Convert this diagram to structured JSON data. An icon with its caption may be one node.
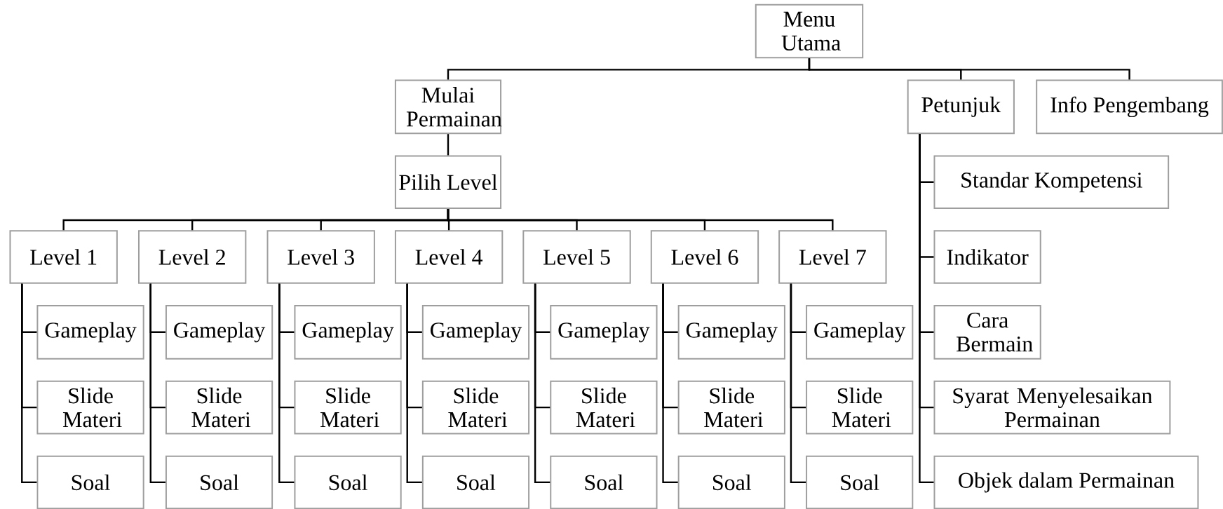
{
  "diagram": {
    "nodes": [
      {
        "text": [
          "Menu Utama"
        ]
      },
      {
        "text": [
          "Mulai Permainan"
        ]
      },
      {
        "text": [
          "Petunjuk"
        ]
      },
      {
        "text": [
          "Info Pengembang"
        ]
      },
      {
        "text": [
          "Pilih Level"
        ]
      },
      {
        "text": [
          "Standar Kompetensi"
        ]
      },
      {
        "text": [
          "Level 1"
        ]
      },
      {
        "text": [
          "Level 2"
        ]
      },
      {
        "text": [
          "Level 3"
        ]
      },
      {
        "text": [
          "Level 4"
        ]
      },
      {
        "text": [
          "Level 5"
        ]
      },
      {
        "text": [
          "Level 6"
        ]
      },
      {
        "text": [
          "Level 7"
        ]
      },
      {
        "text": [
          "Indikator"
        ]
      },
      {
        "text": [
          "Gameplay"
        ]
      },
      {
        "text": [
          "Gameplay"
        ]
      },
      {
        "text": [
          "Gameplay"
        ]
      },
      {
        "text": [
          "Gameplay"
        ]
      },
      {
        "text": [
          "Gameplay"
        ]
      },
      {
        "text": [
          "Gameplay"
        ]
      },
      {
        "text": [
          "Gameplay"
        ]
      },
      {
        "text": [
          "Cara Bermain"
        ]
      },
      {
        "text": [
          "Slide Materi"
        ]
      },
      {
        "text": [
          "Slide Materi"
        ]
      },
      {
        "text": [
          "Slide Materi"
        ]
      },
      {
        "text": [
          "Slide Materi"
        ]
      },
      {
        "text": [
          "Slide Materi"
        ]
      },
      {
        "text": [
          "Slide Materi"
        ]
      },
      {
        "text": [
          "Slide Materi"
        ]
      },
      {
        "text": [
          "Syarat Menyelesaikan Permainan"
        ]
      },
      {
        "text": [
          "Soal"
        ]
      },
      {
        "text": [
          "Soal"
        ]
      },
      {
        "text": [
          "Soal"
        ]
      },
      {
        "text": [
          "Soal"
        ]
      },
      {
        "text": [
          "Soal"
        ]
      },
      {
        "text": [
          "Soal"
        ]
      },
      {
        "text": [
          "Soal"
        ]
      },
      {
        "text": [
          "Objek dalam Permainan"
        ]
      }
    ],
    "edges": [
      {
        "from": 0,
        "to": 1,
        "arrow": "none"
      },
      {
        "from": 0,
        "to": 2,
        "arrow": "none"
      },
      {
        "from": 0,
        "to": 3,
        "arrow": "none"
      },
      {
        "from": 1,
        "to": 4,
        "arrow": "none"
      },
      {
        "from": 4,
        "to": 6,
        "arrow": "none"
      },
      {
        "from": 4,
        "to": 7,
        "arrow": "none"
      },
      {
        "from": 4,
        "to": 8,
        "arrow": "none"
      },
      {
        "from": 4,
        "to": 9,
        "arrow": "none"
      },
      {
        "from": 4,
        "to": 10,
        "arrow": "none"
      },
      {
        "from": 4,
        "to": 11,
        "arrow": "none"
      },
      {
        "from": 4,
        "to": 12,
        "arrow": "none"
      },
      {
        "from": 6,
        "to": 14,
        "arrow": "none"
      },
      {
        "from": 6,
        "to": 22,
        "arrow": "none"
      },
      {
        "from": 6,
        "to": 30,
        "arrow": "none"
      },
      {
        "from": 7,
        "to": 15,
        "arrow": "none"
      },
      {
        "from": 7,
        "to": 23,
        "arrow": "none"
      },
      {
        "from": 7,
        "to": 31,
        "arrow": "none"
      },
      {
        "from": 8,
        "to": 16,
        "arrow": "none"
      },
      {
        "from": 8,
        "to": 24,
        "arrow": "none"
      },
      {
        "from": 8,
        "to": 32,
        "arrow": "none"
      },
      {
        "from": 9,
        "to": 17,
        "arrow": "none"
      },
      {
        "from": 9,
        "to": 25,
        "arrow": "none"
      },
      {
        "from": 9,
        "to": 33,
        "arrow": "none"
      },
      {
        "from": 10,
        "to": 18,
        "arrow": "none"
      },
      {
        "from": 10,
        "to": 26,
        "arrow": "none"
      },
      {
        "from": 10,
        "to": 34,
        "arrow": "none"
      },
      {
        "from": 11,
        "to": 19,
        "arrow": "none"
      },
      {
        "from": 11,
        "to": 27,
        "arrow": "none"
      },
      {
        "from": 11,
        "to": 35,
        "arrow": "none"
      },
      {
        "from": 12,
        "to": 20,
        "arrow": "none"
      },
      {
        "from": 12,
        "to": 28,
        "arrow": "none"
      },
      {
        "from": 12,
        "to": 36,
        "arrow": "none"
      },
      {
        "from": 2,
        "to": 5,
        "arrow": "none"
      },
      {
        "from": 2,
        "to": 13,
        "arrow": "none"
      },
      {
        "from": 2,
        "to": 21,
        "arrow": "none"
      },
      {
        "from": 2,
        "to": 29,
        "arrow": "none"
      },
      {
        "from": 2,
        "to": 37,
        "arrow": "none"
      }
    ]
  }
}
